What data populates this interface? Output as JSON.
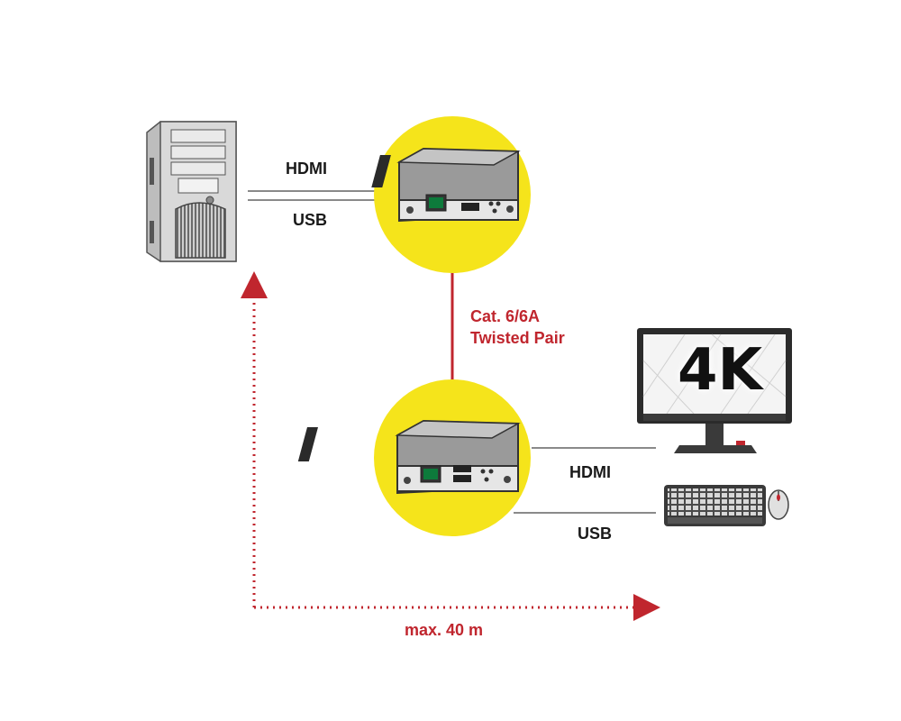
{
  "labels": {
    "hdmi_top": "HDMI",
    "usb_top": "USB",
    "cable_line1": "Cat. 6/6A",
    "cable_line2": "Twisted Pair",
    "hdmi_bottom": "HDMI",
    "usb_bottom": "USB",
    "distance": "max. 40 m"
  },
  "monitor": {
    "screen_text": "4K"
  },
  "colors": {
    "circle_fill": "#f5e41b",
    "accent_red": "#c0262e",
    "line_gray": "#8a8a8a"
  },
  "icons": [
    "pc-tower-icon",
    "hdmi-extender-transmitter-icon",
    "hdmi-extender-receiver-icon",
    "monitor-icon",
    "keyboard-icon",
    "mouse-icon"
  ]
}
